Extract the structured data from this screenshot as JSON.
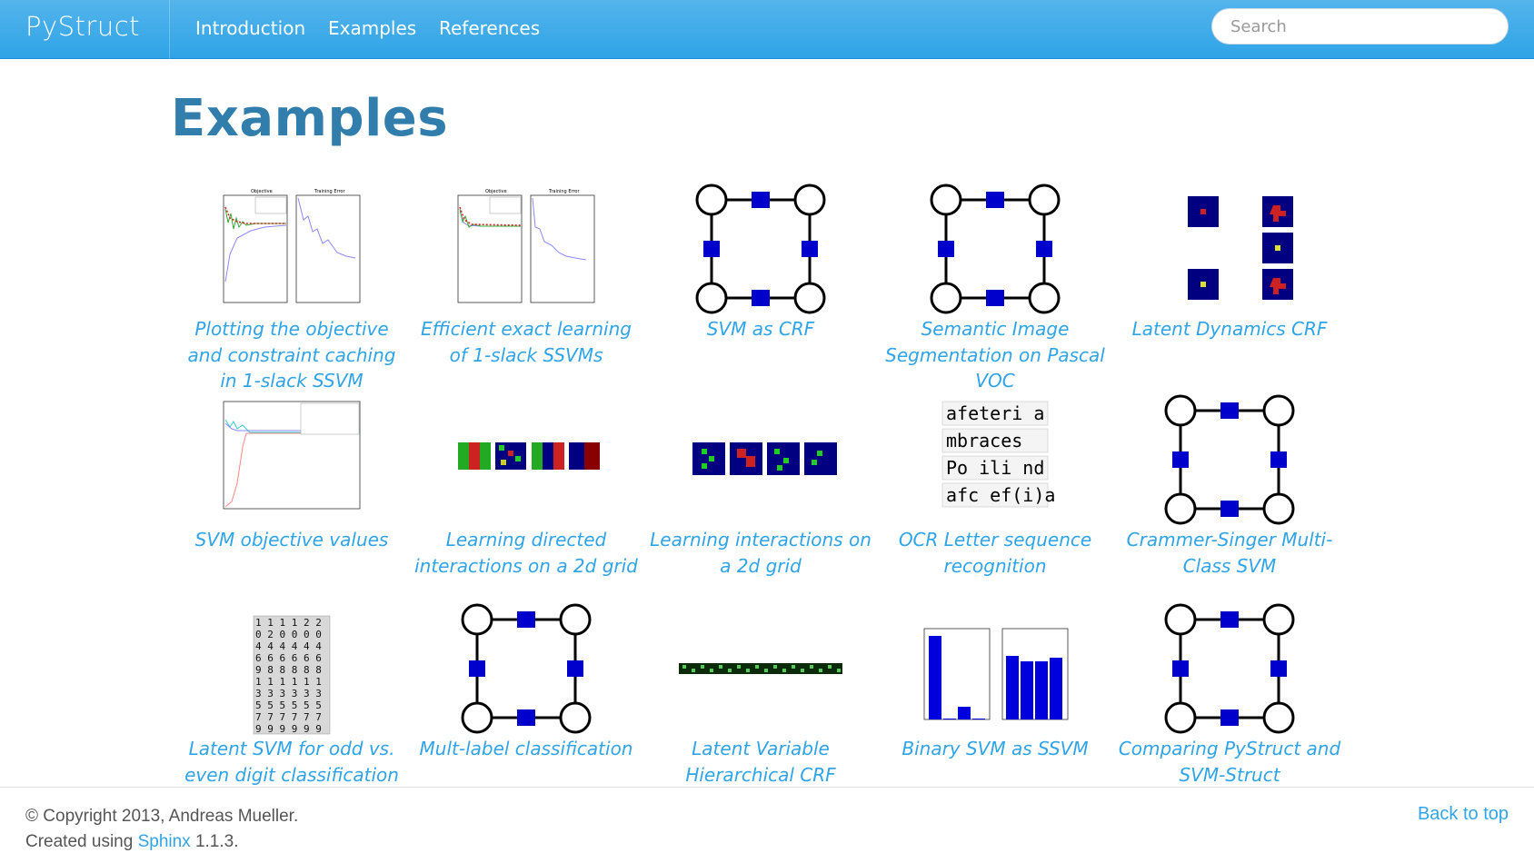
{
  "brand": "PyStruct",
  "nav": {
    "intro": "Introduction",
    "examples": "Examples",
    "references": "References"
  },
  "search": {
    "placeholder": "Search"
  },
  "page_title": "Examples",
  "items": [
    {
      "caption": "Plotting the objective and constraint caching in 1-slack SSVM",
      "thumb": "objective-plot"
    },
    {
      "caption": "Efficient exact learning of 1-slack SSVMs",
      "thumb": "objective-plot"
    },
    {
      "caption": "SVM as CRF",
      "thumb": "factor-graph"
    },
    {
      "caption": "Semantic Image Segmentation on Pascal VOC",
      "thumb": "factor-graph"
    },
    {
      "caption": "Latent Dynamics CRF",
      "thumb": "latent-dynamics"
    },
    {
      "caption": "SVM objective values",
      "thumb": "objective-values-plot"
    },
    {
      "caption": "Learning directed interactions on a 2d grid",
      "thumb": "grid-stripes"
    },
    {
      "caption": "Learning interactions on a 2d grid",
      "thumb": "grid-blobs"
    },
    {
      "caption": "OCR Letter sequence recognition",
      "thumb": "ocr-letters"
    },
    {
      "caption": "Crammer-Singer Multi-Class SVM",
      "thumb": "factor-graph"
    },
    {
      "caption": "Latent SVM for odd vs. even digit classification",
      "thumb": "digits"
    },
    {
      "caption": "Mult-label classification",
      "thumb": "factor-graph"
    },
    {
      "caption": "Latent Variable Hierarchical CRF",
      "thumb": "hierarchical-strip"
    },
    {
      "caption": "Binary SVM as SSVM",
      "thumb": "bar-charts"
    },
    {
      "caption": "Comparing PyStruct and SVM-Struct",
      "thumb": "factor-graph"
    }
  ],
  "ocr_words": [
    "afeteri a",
    "mbraces",
    "Po ili nd",
    "afc ef(i)a"
  ],
  "footer": {
    "copyright": "© Copyright 2013, Andreas Mueller.",
    "created_prefix": "Created using ",
    "sphinx": "Sphinx",
    "created_suffix": " 1.1.3.",
    "back_to_top": "Back to top"
  },
  "colors": {
    "accent": "#2fa4e7",
    "title": "#317eac",
    "node_blue": "#0000cc"
  }
}
